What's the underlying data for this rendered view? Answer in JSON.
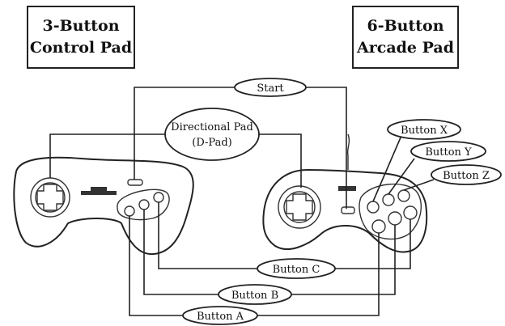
{
  "boxes": {
    "three_button": {
      "line1": "3-Button",
      "line2": "Control Pad"
    },
    "six_button": {
      "line1": "6-Button",
      "line2": "Arcade Pad"
    }
  },
  "labels": {
    "start": "Start",
    "dpad_line1": "Directional Pad",
    "dpad_line2": "(D-Pad)",
    "button_x": "Button X",
    "button_y": "Button Y",
    "button_z": "Button Z",
    "button_c": "Button C",
    "button_b": "Button B",
    "button_a": "Button A"
  }
}
